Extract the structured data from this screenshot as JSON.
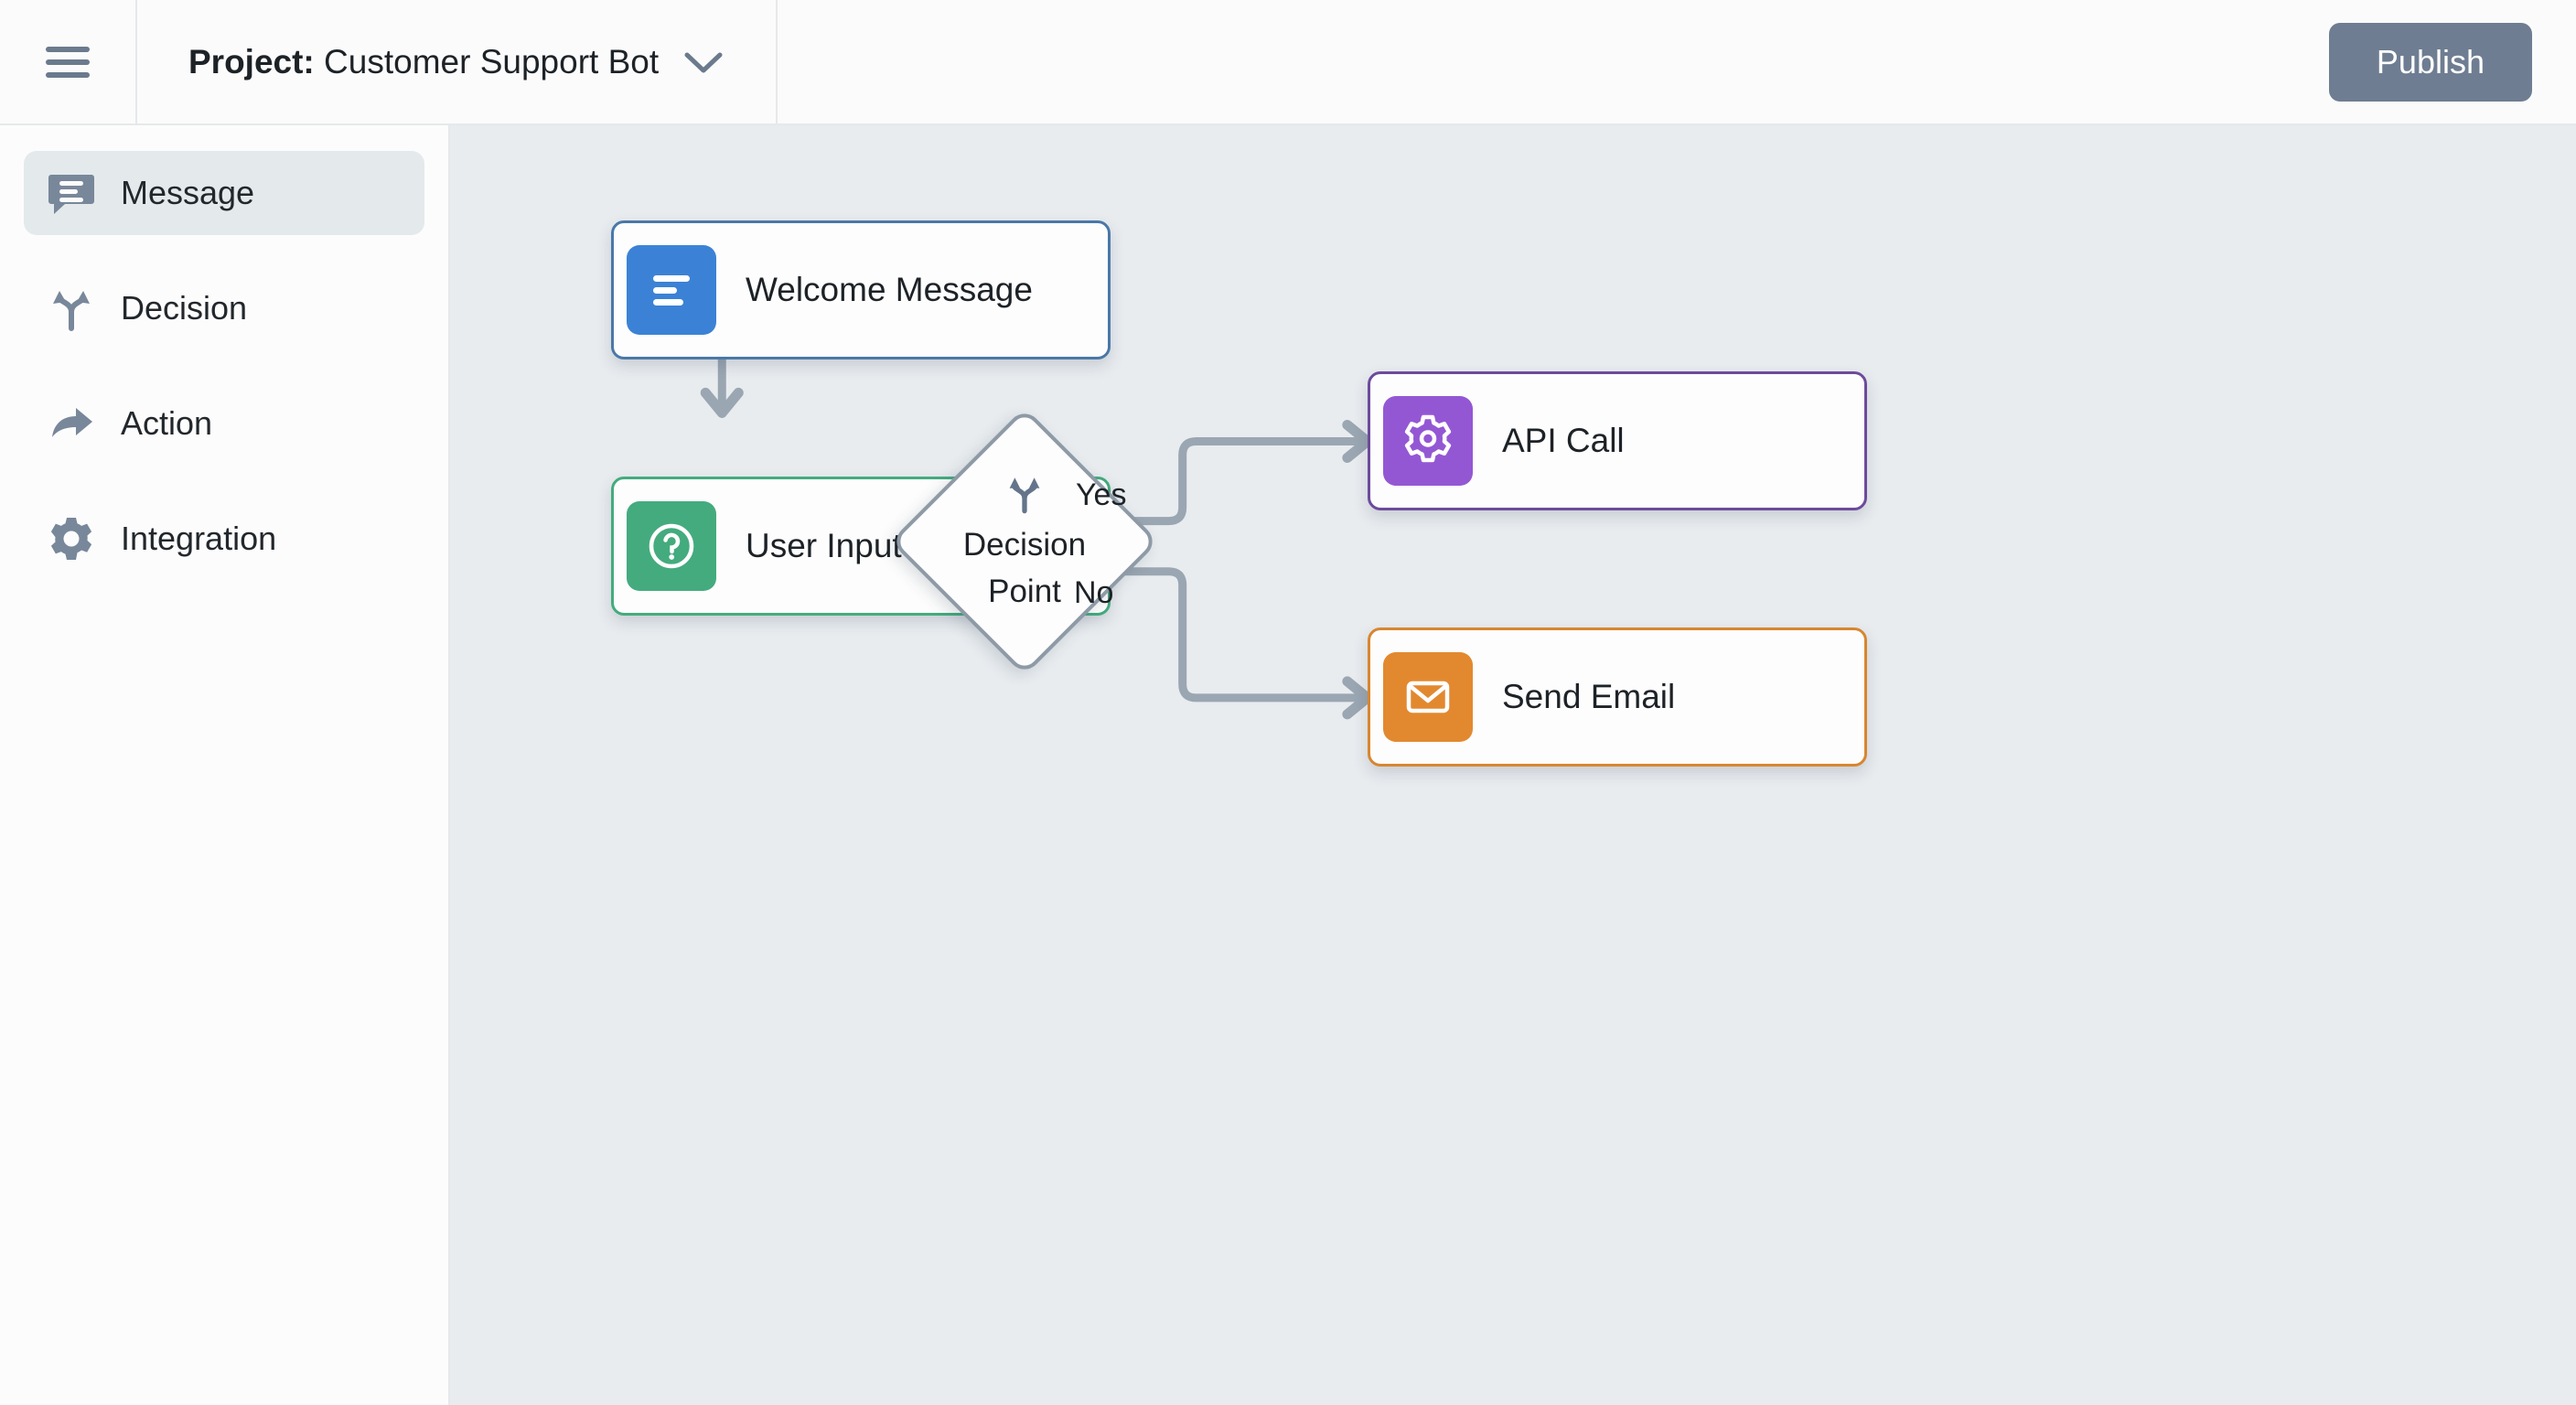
{
  "header": {
    "menu_icon": "hamburger-icon",
    "project_prefix": "Project:",
    "project_name": "Customer Support Bot",
    "dropdown_icon": "chevron-down-icon",
    "publish_label": "Publish",
    "publish_color": "#6e7d91"
  },
  "sidebar": {
    "items": [
      {
        "label": "Message",
        "icon": "message-icon",
        "active": true
      },
      {
        "label": "Decision",
        "icon": "decision-icon",
        "active": false
      },
      {
        "label": "Action",
        "icon": "action-icon",
        "active": false
      },
      {
        "label": "Integration",
        "icon": "integration-icon",
        "active": false
      }
    ],
    "icon_color": "#78879a",
    "active_bg": "#e4e9ec"
  },
  "canvas": {
    "background": "#e8ecef",
    "edge_color": "#9aa6b2",
    "nodes": [
      {
        "id": "welcome",
        "label": "Welcome Message",
        "icon": "message-lines-icon",
        "accent": "#3b82d6",
        "border": "#4a78a8"
      },
      {
        "id": "input",
        "label": "User Input",
        "icon": "question-circle-icon",
        "accent": "#44ab7e",
        "border": "#44ab7e"
      },
      {
        "id": "api",
        "label": "API Call",
        "icon": "gear-icon",
        "accent": "#9457d4",
        "border": "#6d4a9c"
      },
      {
        "id": "email",
        "label": "Send Email",
        "icon": "envelope-icon",
        "accent": "#e2892f",
        "border": "#d8862f"
      }
    ],
    "decision": {
      "id": "decision",
      "line1": "Decision",
      "line2": "Point",
      "icon": "fork-icon",
      "border": "#8e9aa6"
    },
    "edge_labels": [
      {
        "id": "yes",
        "text": "Yes"
      },
      {
        "id": "no",
        "text": "No"
      }
    ]
  }
}
